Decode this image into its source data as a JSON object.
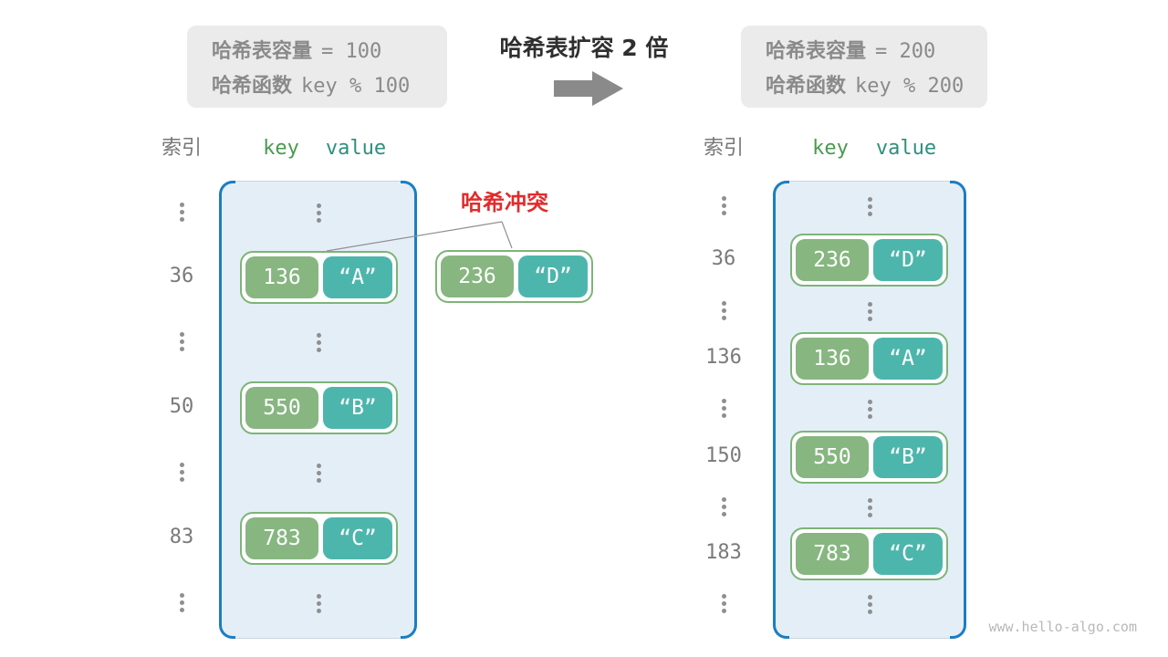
{
  "panels": {
    "before": {
      "capacity_label": "哈希表容量",
      "capacity_value": "= 100",
      "hash_label": "哈希函数",
      "hash_value": "key % 100"
    },
    "after": {
      "capacity_label": "哈希表容量",
      "capacity_value": "= 200",
      "hash_label": "哈希函数",
      "hash_value": "key % 200"
    }
  },
  "transition_title": "哈希表扩容 2 倍",
  "collision_label": "哈希冲突",
  "table_headers": {
    "index": "索引",
    "key": "key",
    "value": "value"
  },
  "before_table": {
    "rows": [
      {
        "index": "36",
        "key": "136",
        "value": "“A”"
      },
      {
        "index": "50",
        "key": "550",
        "value": "“B”"
      },
      {
        "index": "83",
        "key": "783",
        "value": "“C”"
      }
    ]
  },
  "collision_pair": {
    "key": "236",
    "value": "“D”"
  },
  "after_table": {
    "rows": [
      {
        "index": "36",
        "key": "236",
        "value": "“D”"
      },
      {
        "index": "136",
        "key": "136",
        "value": "“A”"
      },
      {
        "index": "150",
        "key": "550",
        "value": "“B”"
      },
      {
        "index": "183",
        "key": "783",
        "value": "“C”"
      }
    ]
  },
  "watermark": "www.hello-algo.com",
  "colors": {
    "key_green": "#87b681",
    "value_teal": "#4db6ac",
    "pair_border_green": "#7db478",
    "container_bg_blue": "#e4eef7",
    "bracket_blue": "#1b7ec2",
    "collision_red": "#e02c2c",
    "panel_bg_gray": "#ebebeb",
    "text_gray": "#8a8a8a"
  }
}
